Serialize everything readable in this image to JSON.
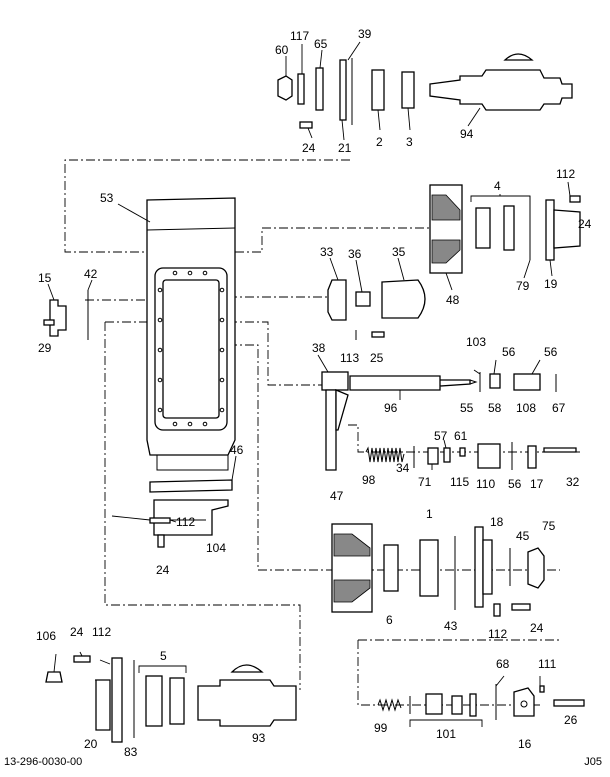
{
  "footer": {
    "drawing_number": "13-296-0030-00",
    "sheet_code": "J05"
  },
  "callouts": [
    "60",
    "117",
    "65",
    "39",
    "2",
    "3",
    "94",
    "24",
    "21",
    "53",
    "4",
    "112",
    "24",
    "79",
    "19",
    "48",
    "15",
    "42",
    "29",
    "33",
    "36",
    "35",
    "113",
    "25",
    "38",
    "103",
    "56",
    "56",
    "55",
    "58",
    "108",
    "67",
    "96",
    "57",
    "61",
    "98",
    "34",
    "71",
    "115",
    "110",
    "56",
    "17",
    "32",
    "46",
    "112",
    "104",
    "24",
    "47",
    "1",
    "18",
    "45",
    "75",
    "6",
    "43",
    "112",
    "24",
    "106",
    "24",
    "112",
    "5",
    "20",
    "83",
    "93",
    "68",
    "111",
    "99",
    "101",
    "16",
    "26"
  ]
}
